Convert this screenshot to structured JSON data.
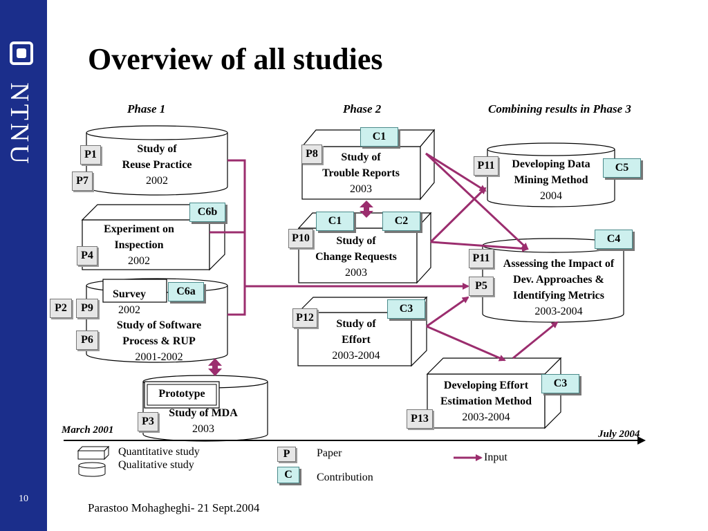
{
  "title": "Overview of all studies",
  "footer": "Parastoo Mohagheghi- 21 Sept.2004",
  "slide_number": "10",
  "logo_text": "NTNU",
  "phases": {
    "phase1": "Phase 1",
    "phase2": "Phase 2",
    "phase3": "Combining results in Phase 3"
  },
  "timeline": {
    "start": "March 2001",
    "end": "July 2004"
  },
  "studies": {
    "reuse": {
      "line1": "Study of",
      "line2": "Reuse Practice",
      "year": "2002"
    },
    "inspection": {
      "line1": "Experiment on",
      "line2": "Inspection",
      "year": "2002"
    },
    "survey": {
      "label": "Survey",
      "year": "2002"
    },
    "process": {
      "line1": "Study of Software",
      "line2": "Process & RUP",
      "year": "2001-2002"
    },
    "mda": {
      "prototype": "Prototype",
      "line1": "Study of MDA",
      "year": "2003"
    },
    "trouble": {
      "line1": "Study of",
      "line2": "Trouble Reports",
      "year": "2003"
    },
    "change": {
      "line1": "Study of",
      "line2": "Change Requests",
      "year": "2003"
    },
    "effort": {
      "line1": "Study of",
      "line2": "Effort",
      "year": "2003-2004"
    },
    "datamining": {
      "line1": "Developing Data",
      "line2": "Mining Method",
      "year": "2004"
    },
    "assessing": {
      "line1": "Assessing the Impact of",
      "line2": "Dev. Approaches &",
      "line3": "Identifying Metrics",
      "year": "2003-2004"
    },
    "estimation": {
      "line1": "Developing  Effort",
      "line2": "Estimation Method",
      "year": "2003-2004"
    }
  },
  "tags": {
    "p1": "P1",
    "p7": "P7",
    "c6b": "C6b",
    "p4": "P4",
    "c6a": "C6a",
    "p2": "P2",
    "p9": "P9",
    "p6": "P6",
    "p3": "P3",
    "c1a": "C1",
    "p8": "P8",
    "c1b": "C1",
    "c2": "C2",
    "p10": "P10",
    "c3a": "C3",
    "p12": "P12",
    "p11a": "P11",
    "c5": "C5",
    "c4": "C4",
    "p11b": "P11",
    "p5": "P5",
    "c3b": "C3",
    "p13": "P13"
  },
  "legend": {
    "quantitative": "Quantitative study",
    "qualitative": "Qualitative study",
    "paper_symbol": "P",
    "paper": "Paper",
    "contribution_symbol": "C",
    "contribution": "Contribution",
    "input": "Input"
  },
  "colors": {
    "sidebar": "#1b2e8b",
    "arrow": "#9b2d6e",
    "contribution_fill": "#cdf0ee",
    "paper_fill": "#e6e6e6"
  }
}
